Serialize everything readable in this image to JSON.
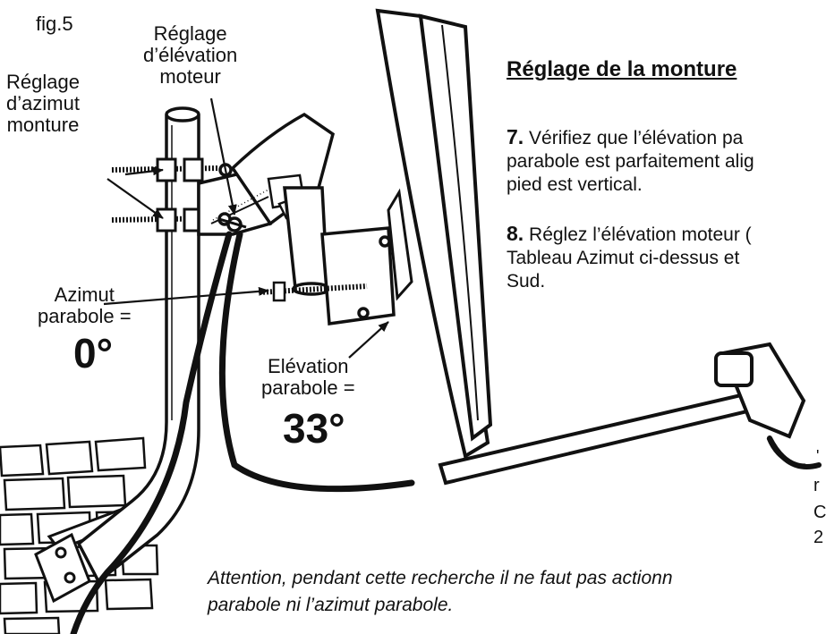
{
  "figure": {
    "label": "fig.5",
    "elev_motor_label": [
      "Réglage",
      "d’élévation",
      "moteur"
    ],
    "azimuth_mount_label": [
      "Réglage",
      "d’azimut",
      "monture"
    ],
    "azimuth_dish_label": [
      "Azimut",
      "parabole ="
    ],
    "azimuth_dish_value": "0°",
    "elevation_dish_label": [
      "Elévation",
      "parabole ="
    ],
    "elevation_dish_value": "33°"
  },
  "text": {
    "title": "Réglage de la monture",
    "step7": {
      "num": "7.",
      "lines": [
        " Vérifiez que l’élévation pa",
        "parabole est parfaitement alig",
        "pied est vertical."
      ]
    },
    "step8": {
      "num": "8.",
      "lines": [
        " Réglez l’élévation moteur (",
        "Tableau Azimut ci-dessus et",
        "Sud."
      ]
    },
    "note_lines": [
      "Attention, pendant cette recherche il ne faut pas actionn",
      "parabole ni l’azimut parabole."
    ],
    "edge_fragments": [
      "'",
      "r",
      "C",
      "2"
    ]
  }
}
